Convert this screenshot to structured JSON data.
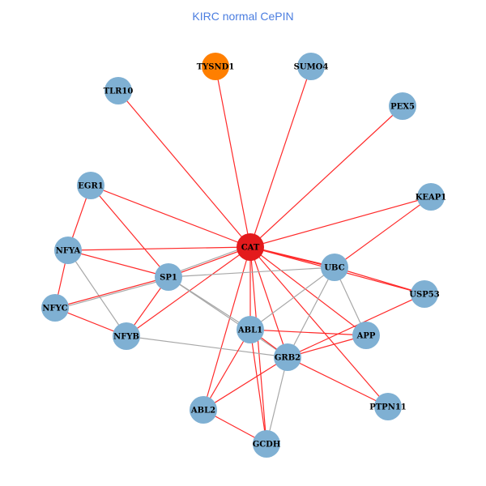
{
  "title": "KIRC normal CePIN",
  "colors": {
    "hub": "#e31a1c",
    "query": "#ff7f00",
    "node": "#7fb0d3",
    "edge_red": "#ff2a2a",
    "edge_gray": "#a8a8a8"
  },
  "nodes": [
    {
      "id": "CAT",
      "type": "hub"
    },
    {
      "id": "TYSND1",
      "type": "query"
    },
    {
      "id": "SUMO4",
      "type": "node"
    },
    {
      "id": "TLR10",
      "type": "node"
    },
    {
      "id": "PEX5",
      "type": "node"
    },
    {
      "id": "EGR1",
      "type": "node"
    },
    {
      "id": "KEAP1",
      "type": "node"
    },
    {
      "id": "NFYA",
      "type": "node"
    },
    {
      "id": "SP1",
      "type": "node"
    },
    {
      "id": "UBC",
      "type": "node"
    },
    {
      "id": "USP53",
      "type": "node"
    },
    {
      "id": "NFYC",
      "type": "node"
    },
    {
      "id": "NFYB",
      "type": "node"
    },
    {
      "id": "ABL1",
      "type": "node"
    },
    {
      "id": "APP",
      "type": "node"
    },
    {
      "id": "GRB2",
      "type": "node"
    },
    {
      "id": "ABL2",
      "type": "node"
    },
    {
      "id": "PTPN11",
      "type": "node"
    },
    {
      "id": "GCDH",
      "type": "node"
    }
  ],
  "edges": [
    [
      "CAT",
      "TYSND1",
      "red"
    ],
    [
      "CAT",
      "SUMO4",
      "red"
    ],
    [
      "CAT",
      "TLR10",
      "red"
    ],
    [
      "CAT",
      "PEX5",
      "red"
    ],
    [
      "CAT",
      "EGR1",
      "red"
    ],
    [
      "CAT",
      "KEAP1",
      "red"
    ],
    [
      "CAT",
      "NFYA",
      "red"
    ],
    [
      "CAT",
      "SP1",
      "red"
    ],
    [
      "CAT",
      "SP1",
      "gray"
    ],
    [
      "CAT",
      "UBC",
      "red"
    ],
    [
      "CAT",
      "USP53",
      "red"
    ],
    [
      "CAT",
      "NFYB",
      "red"
    ],
    [
      "CAT",
      "ABL1",
      "red"
    ],
    [
      "CAT",
      "GRB2",
      "red"
    ],
    [
      "CAT",
      "APP",
      "red"
    ],
    [
      "CAT",
      "PTPN11",
      "red"
    ],
    [
      "CAT",
      "ABL2",
      "red"
    ],
    [
      "CAT",
      "GCDH",
      "red"
    ],
    [
      "EGR1",
      "NFYA",
      "red"
    ],
    [
      "EGR1",
      "SP1",
      "red"
    ],
    [
      "NFYA",
      "SP1",
      "red"
    ],
    [
      "NFYA",
      "NFYC",
      "red"
    ],
    [
      "NFYA",
      "NFYB",
      "gray"
    ],
    [
      "NFYC",
      "NFYB",
      "red"
    ],
    [
      "NFYC",
      "SP1",
      "red"
    ],
    [
      "NFYC",
      "SP1",
      "gray"
    ],
    [
      "SP1",
      "NFYB",
      "red"
    ],
    [
      "SP1",
      "UBC",
      "gray"
    ],
    [
      "SP1",
      "ABL1",
      "gray"
    ],
    [
      "SP1",
      "GRB2",
      "gray"
    ],
    [
      "NFYB",
      "GRB2",
      "gray"
    ],
    [
      "KEAP1",
      "UBC",
      "red"
    ],
    [
      "UBC",
      "USP53",
      "red"
    ],
    [
      "UBC",
      "ABL1",
      "gray"
    ],
    [
      "UBC",
      "GRB2",
      "gray"
    ],
    [
      "UBC",
      "APP",
      "gray"
    ],
    [
      "USP53",
      "GRB2",
      "red"
    ],
    [
      "ABL1",
      "APP",
      "red"
    ],
    [
      "APP",
      "GRB2",
      "red"
    ],
    [
      "ABL1",
      "GRB2",
      "red"
    ],
    [
      "ABL1",
      "ABL2",
      "red"
    ],
    [
      "ABL1",
      "GCDH",
      "red"
    ],
    [
      "GRB2",
      "ABL2",
      "red"
    ],
    [
      "GRB2",
      "PTPN11",
      "red"
    ],
    [
      "GRB2",
      "GCDH",
      "gray"
    ],
    [
      "ABL2",
      "GCDH",
      "red"
    ]
  ]
}
